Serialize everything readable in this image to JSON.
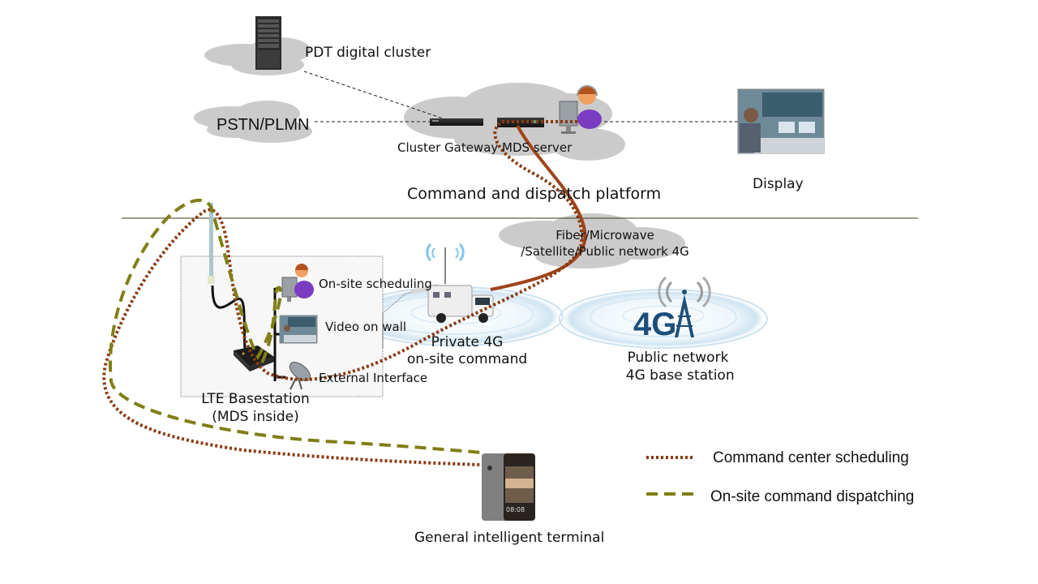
{
  "colors": {
    "command_center": "#8b3a12",
    "onsite": "#7f7f16",
    "solid_link": "#a0441a",
    "cloud": "#c9c9c9",
    "divider": "#3a3a1a"
  },
  "top": {
    "pdt_cluster": "PDT digital cluster",
    "pstn_plmn": "PSTN/PLMN",
    "gateway_mds": "Cluster Gateway MDS server",
    "display": "Display",
    "platform_title": "Command and dispatch platform"
  },
  "transport": {
    "line1": "Fiber/Microwave",
    "line2": "/Satellite/Public network 4G"
  },
  "onsite_box": {
    "scheduling": "On-site scheduling",
    "video_wall": "Video on  wall",
    "external_interface": "External Interface",
    "lte_line1": "LTE Basestation",
    "lte_line2": "(MDS inside)"
  },
  "private4g": {
    "line1": "Private 4G",
    "line2": "on-site command"
  },
  "public4g": {
    "badge": "4G",
    "line1": "Public network",
    "line2": " 4G base station"
  },
  "terminal": {
    "label": "General intelligent terminal",
    "clock": "08:08"
  },
  "legend": {
    "items": [
      {
        "label": "Command center scheduling",
        "style": "dotted"
      },
      {
        "label": "On-site command dispatching",
        "style": "dashed"
      }
    ]
  }
}
